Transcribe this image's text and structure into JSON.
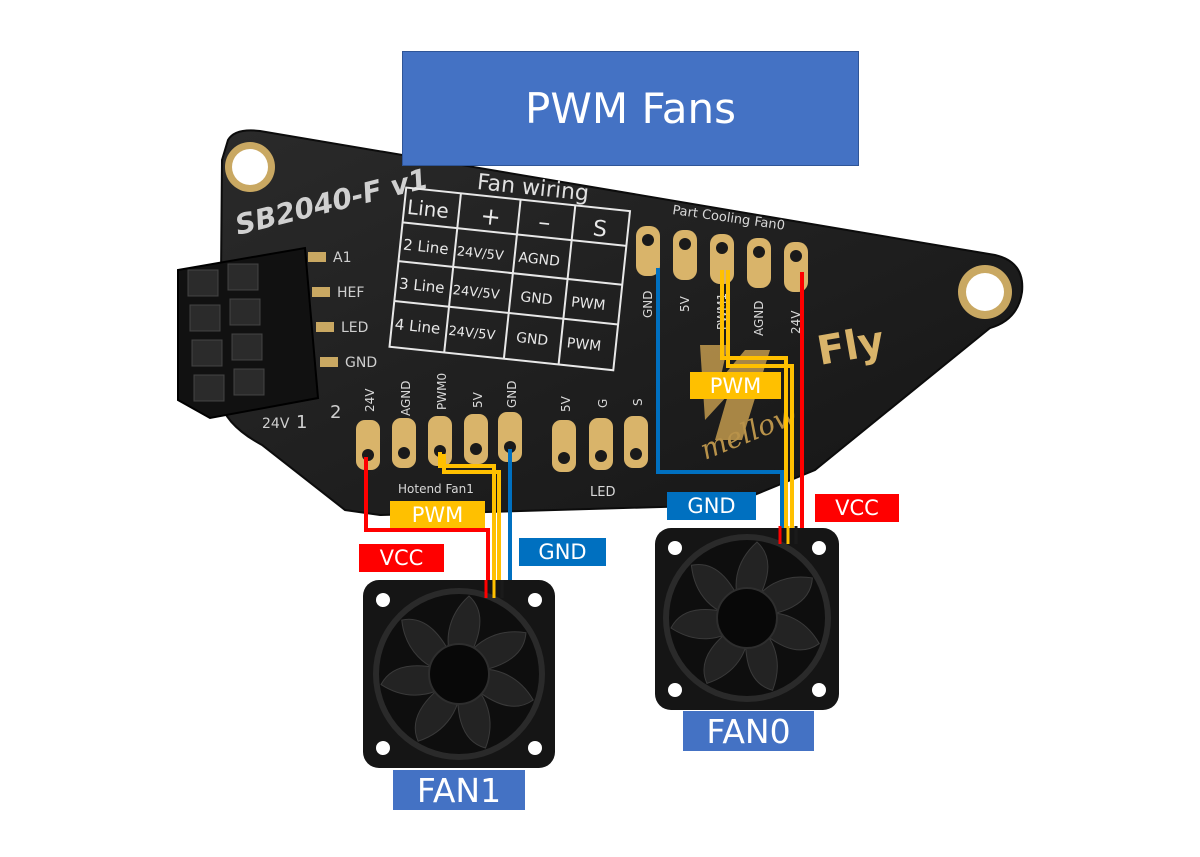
{
  "title": "PWM Fans",
  "board": {
    "name": "SB2040-F v1",
    "logo_text": "Fly",
    "logo_script": "mellow"
  },
  "wiring_table": {
    "title": "Fan wiring",
    "headers": [
      "Line",
      "+",
      "–",
      "S"
    ],
    "rows": [
      [
        "2 Line",
        "24V/5V",
        "AGND",
        ""
      ],
      [
        "3 Line",
        "24V/5V",
        "GND",
        "PWM"
      ],
      [
        "4 Line",
        "24V/5V",
        "GND",
        "PWM"
      ]
    ]
  },
  "connector_labels": [
    "A1",
    "HEF",
    "LED",
    "GND"
  ],
  "pin_row_numbers": [
    "24V",
    "1",
    "2"
  ],
  "hotend_header": {
    "label": "Hotend Fan1",
    "pins": [
      "24V",
      "AGND",
      "PWM0",
      "5V",
      "GND"
    ]
  },
  "led_header": {
    "label": "LED",
    "pins": [
      "5V",
      "G",
      "S"
    ]
  },
  "part_cooling_header": {
    "label": "Part Cooling Fan0",
    "pins": [
      "GND",
      "5V",
      "PWM1",
      "AGND",
      "24V"
    ]
  },
  "wire_tags": {
    "fan1_pwm": "PWM",
    "fan1_vcc": "VCC",
    "fan1_gnd": "GND",
    "fan0_pwm": "PWM",
    "fan0_gnd": "GND",
    "fan0_vcc": "VCC"
  },
  "fans": {
    "fan1_label": "FAN1",
    "fan0_label": "FAN0"
  },
  "colors": {
    "vcc": "#ff0000",
    "gnd": "#0070c0",
    "pwm": "#ffc000",
    "title_box": "#4472c4",
    "pcb": "#1c1c1c",
    "gold": "#d9b46a"
  }
}
